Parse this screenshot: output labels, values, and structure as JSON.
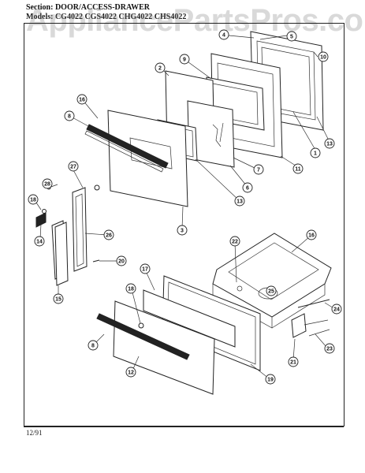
{
  "header": {
    "section_key": "Section:",
    "section_value": "DOOR/ACCESS-DRAWER",
    "models_key": "Models:",
    "models_value": "CG4022  CGS4022  CHG4022  CHS4022"
  },
  "watermark": "AppliancePartsPros.com",
  "footer": {
    "date": "12/91"
  },
  "callouts": [
    "1",
    "2",
    "3",
    "4",
    "5",
    "6",
    "7",
    "8",
    "9",
    "10",
    "11",
    "12",
    "13",
    "14",
    "15",
    "16",
    "17",
    "18",
    "19",
    "20",
    "21",
    "22",
    "23",
    "24",
    "25",
    "26",
    "27",
    "28"
  ]
}
